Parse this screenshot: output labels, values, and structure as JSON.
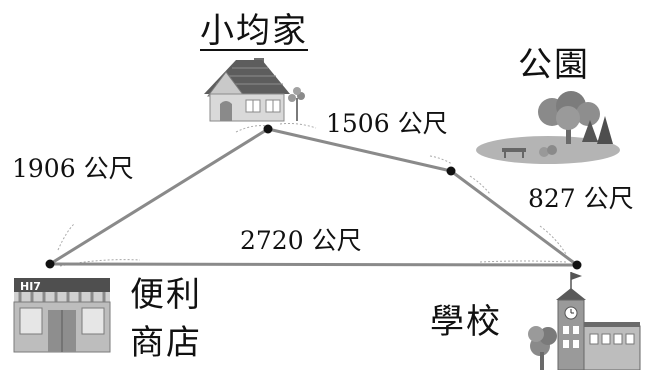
{
  "places": {
    "home": "小均家",
    "park": "公園",
    "store_line1": "便利",
    "store_line2": "商店",
    "school": "學校"
  },
  "distances": {
    "store_to_home": "1906 公尺",
    "home_to_turn": "1506 公尺",
    "turn_to_school": "827 公尺",
    "store_to_school": "2720 公尺"
  },
  "store_sign": "HI7",
  "colors": {
    "route_line": "#8a8a8a",
    "dot": "#111111",
    "text": "#111111"
  }
}
